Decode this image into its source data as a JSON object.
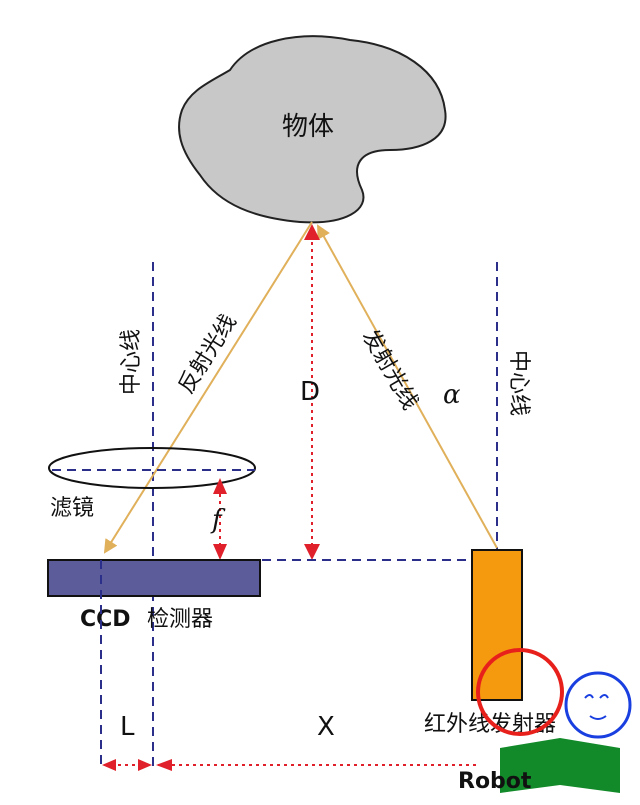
{
  "labels": {
    "object": "物体",
    "reflected_ray": "反射光线",
    "emitted_ray": "发射光线",
    "center_line_left": "中心线",
    "center_line_right": "中心线",
    "filter": "滤镜",
    "focal": "f",
    "distance": "D",
    "angle": "α",
    "ccd_prefix": "CCD",
    "ccd_suffix": "检测器",
    "emitter": "红外线发射器",
    "L": "L",
    "X": "X",
    "watermark": "Robot"
  },
  "colors": {
    "object_fill": "#c8c8c8",
    "ray": "#e0b05a",
    "arrow_red": "#e0202a",
    "dashed_blue": "#2b2f8a",
    "ccd_fill": "#5c5c9a",
    "emitter_fill": "#f59a0f",
    "logo_red": "#e8201c",
    "logo_blue": "#1a3fe0",
    "logo_green": "#138a2a"
  }
}
